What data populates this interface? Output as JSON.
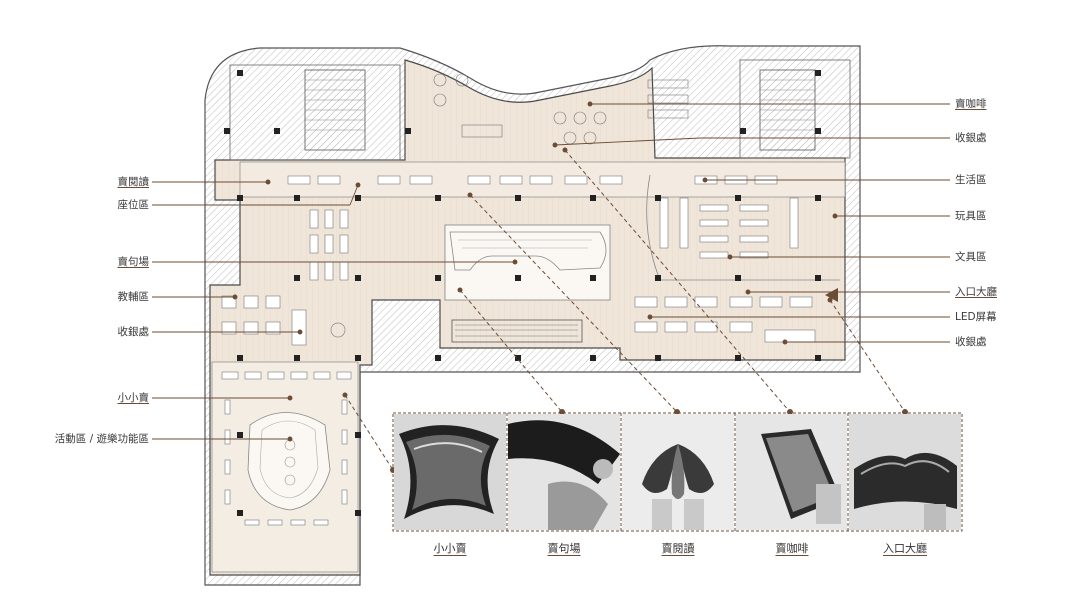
{
  "labels_left": [
    {
      "text": "賣閱讀",
      "emph": true
    },
    {
      "text": "座位區",
      "emph": false
    },
    {
      "text": "賣句場",
      "emph": true
    },
    {
      "text": "教輔區",
      "emph": false
    },
    {
      "text": "收銀處",
      "emph": false
    },
    {
      "text": "小小賣",
      "emph": true
    },
    {
      "text": "活動區 / 遊樂功能區",
      "emph": false
    }
  ],
  "labels_right": [
    {
      "text": "賣咖啡",
      "emph": true
    },
    {
      "text": "收銀處",
      "emph": false
    },
    {
      "text": "生活區",
      "emph": false
    },
    {
      "text": "玩具區",
      "emph": false
    },
    {
      "text": "文具區",
      "emph": false
    },
    {
      "text": "入口大廳",
      "emph": true
    },
    {
      "text": "LED屏幕",
      "emph": false
    },
    {
      "text": "收銀處",
      "emph": false
    }
  ],
  "photo_captions": [
    "小小賣",
    "賣句場",
    "賣閱讀",
    "賣咖啡",
    "入口大廳"
  ],
  "colors": {
    "accent": "#6d4c35",
    "floor": "#efe5d9",
    "wall": "#4a4a4a",
    "hatch": "#cfcfcf"
  }
}
